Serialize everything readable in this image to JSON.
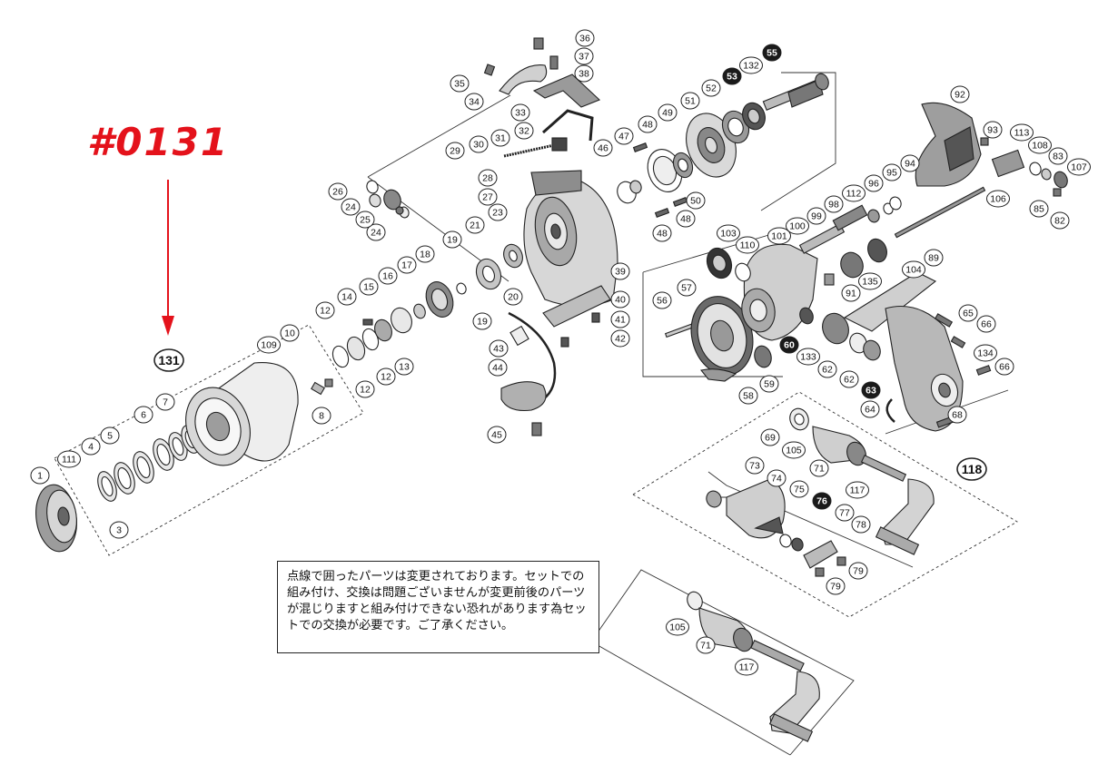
{
  "marker": {
    "label": "#0131",
    "color": "#e4121b"
  },
  "note": {
    "text": "点線で囲ったパーツは変更されております。セットでの組み付け、交換は問題ございませんが変更前後のパーツが混じりますと組み付けできない恐れがあります為セットでの交換が必要です。ご了承ください。"
  },
  "callouts": [
    {
      "id": "1",
      "style": "plain"
    },
    {
      "id": "3",
      "style": "plain"
    },
    {
      "id": "4",
      "style": "plain"
    },
    {
      "id": "5",
      "style": "plain"
    },
    {
      "id": "6",
      "style": "plain"
    },
    {
      "id": "7",
      "style": "plain"
    },
    {
      "id": "8",
      "style": "plain"
    },
    {
      "id": "10",
      "style": "plain"
    },
    {
      "id": "109",
      "style": "plain"
    },
    {
      "id": "111",
      "style": "plain"
    },
    {
      "id": "131",
      "style": "bold"
    },
    {
      "id": "12",
      "style": "plain"
    },
    {
      "id": "13",
      "style": "plain"
    },
    {
      "id": "14",
      "style": "plain"
    },
    {
      "id": "15",
      "style": "plain"
    },
    {
      "id": "16",
      "style": "plain"
    },
    {
      "id": "17",
      "style": "plain"
    },
    {
      "id": "18",
      "style": "plain"
    },
    {
      "id": "19",
      "style": "plain"
    },
    {
      "id": "20",
      "style": "plain"
    },
    {
      "id": "21",
      "style": "plain"
    },
    {
      "id": "23",
      "style": "plain"
    },
    {
      "id": "24",
      "style": "plain"
    },
    {
      "id": "25",
      "style": "plain"
    },
    {
      "id": "26",
      "style": "plain"
    },
    {
      "id": "27",
      "style": "plain"
    },
    {
      "id": "28",
      "style": "plain"
    },
    {
      "id": "29",
      "style": "plain"
    },
    {
      "id": "30",
      "style": "plain"
    },
    {
      "id": "31",
      "style": "plain"
    },
    {
      "id": "32",
      "style": "plain"
    },
    {
      "id": "33",
      "style": "plain"
    },
    {
      "id": "34",
      "style": "plain"
    },
    {
      "id": "35",
      "style": "plain"
    },
    {
      "id": "36",
      "style": "plain"
    },
    {
      "id": "37",
      "style": "plain"
    },
    {
      "id": "38",
      "style": "plain"
    },
    {
      "id": "39",
      "style": "plain"
    },
    {
      "id": "40",
      "style": "plain"
    },
    {
      "id": "41",
      "style": "plain"
    },
    {
      "id": "42",
      "style": "plain"
    },
    {
      "id": "43",
      "style": "plain"
    },
    {
      "id": "44",
      "style": "plain"
    },
    {
      "id": "45",
      "style": "plain"
    },
    {
      "id": "46",
      "style": "plain"
    },
    {
      "id": "47",
      "style": "plain"
    },
    {
      "id": "48",
      "style": "plain"
    },
    {
      "id": "49",
      "style": "plain"
    },
    {
      "id": "50",
      "style": "plain"
    },
    {
      "id": "51",
      "style": "plain"
    },
    {
      "id": "52",
      "style": "plain"
    },
    {
      "id": "53",
      "style": "filled"
    },
    {
      "id": "55",
      "style": "filled"
    },
    {
      "id": "132",
      "style": "plain"
    },
    {
      "id": "56",
      "style": "plain"
    },
    {
      "id": "57",
      "style": "plain"
    },
    {
      "id": "58",
      "style": "plain"
    },
    {
      "id": "59",
      "style": "plain"
    },
    {
      "id": "60",
      "style": "filled"
    },
    {
      "id": "62",
      "style": "plain"
    },
    {
      "id": "63",
      "style": "filled"
    },
    {
      "id": "64",
      "style": "plain"
    },
    {
      "id": "65",
      "style": "plain"
    },
    {
      "id": "66",
      "style": "plain"
    },
    {
      "id": "68",
      "style": "plain"
    },
    {
      "id": "69",
      "style": "plain"
    },
    {
      "id": "71",
      "style": "plain"
    },
    {
      "id": "73",
      "style": "plain"
    },
    {
      "id": "74",
      "style": "plain"
    },
    {
      "id": "75",
      "style": "plain"
    },
    {
      "id": "76",
      "style": "filled"
    },
    {
      "id": "77",
      "style": "plain"
    },
    {
      "id": "78",
      "style": "plain"
    },
    {
      "id": "79",
      "style": "plain"
    },
    {
      "id": "82",
      "style": "plain"
    },
    {
      "id": "83",
      "style": "plain"
    },
    {
      "id": "85",
      "style": "plain"
    },
    {
      "id": "89",
      "style": "plain"
    },
    {
      "id": "91",
      "style": "plain"
    },
    {
      "id": "92",
      "style": "plain"
    },
    {
      "id": "93",
      "style": "plain"
    },
    {
      "id": "94",
      "style": "plain"
    },
    {
      "id": "95",
      "style": "plain"
    },
    {
      "id": "96",
      "style": "plain"
    },
    {
      "id": "98",
      "style": "plain"
    },
    {
      "id": "99",
      "style": "plain"
    },
    {
      "id": "100",
      "style": "plain"
    },
    {
      "id": "101",
      "style": "plain"
    },
    {
      "id": "103",
      "style": "plain"
    },
    {
      "id": "104",
      "style": "plain"
    },
    {
      "id": "105",
      "style": "plain"
    },
    {
      "id": "106",
      "style": "plain"
    },
    {
      "id": "107",
      "style": "plain"
    },
    {
      "id": "108",
      "style": "plain"
    },
    {
      "id": "110",
      "style": "plain"
    },
    {
      "id": "112",
      "style": "plain"
    },
    {
      "id": "113",
      "style": "plain"
    },
    {
      "id": "117",
      "style": "plain"
    },
    {
      "id": "118",
      "style": "bold"
    },
    {
      "id": "133",
      "style": "plain"
    },
    {
      "id": "134",
      "style": "plain"
    },
    {
      "id": "135",
      "style": "plain"
    }
  ]
}
